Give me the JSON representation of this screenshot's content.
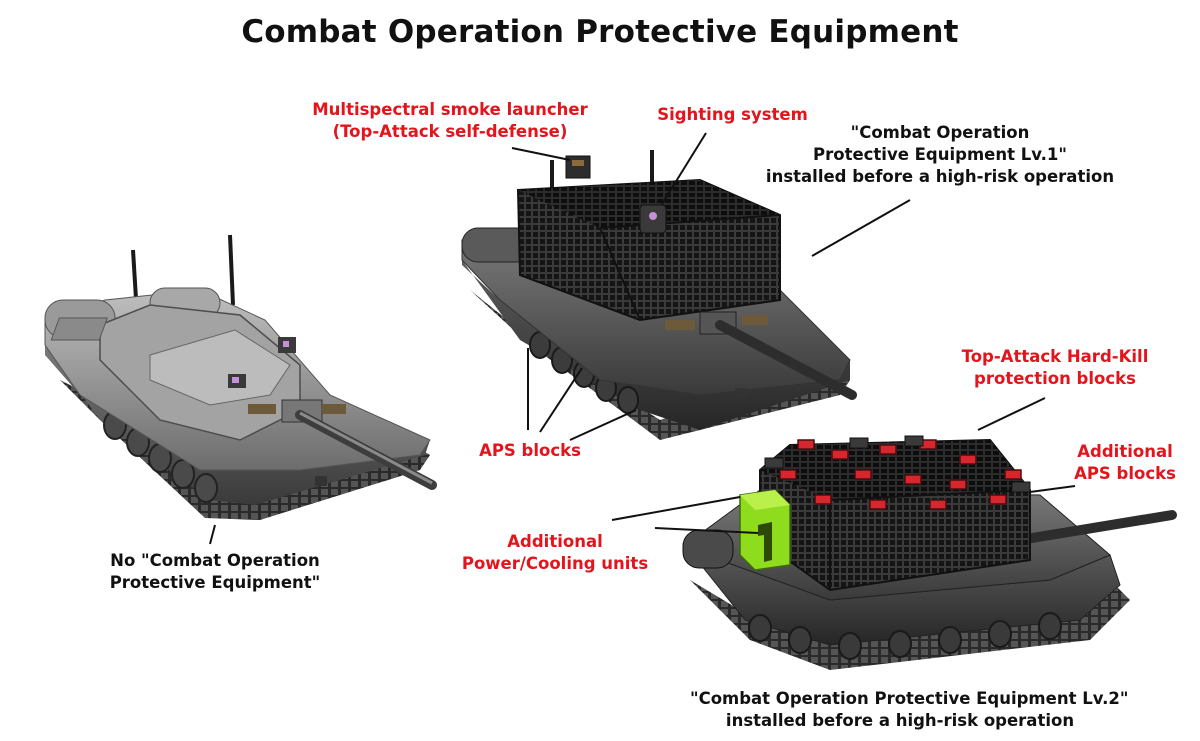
{
  "title": "Combat Operation Protective Equipment",
  "labels": {
    "smoke_launcher": [
      "Multispectral smoke launcher",
      "(Top-Attack self-defense)"
    ],
    "sighting_system": "Sighting system",
    "lv1_caption": [
      "\"Combat Operation",
      "Protective Equipment Lv.1\"",
      "installed before a high-risk operation"
    ],
    "aps_blocks": "APS blocks",
    "no_equipment": [
      "No \"Combat Operation",
      "Protective Equipment\""
    ],
    "top_attack_hardkill": [
      "Top-Attack Hard-Kill",
      "protection blocks"
    ],
    "additional_aps": [
      "Additional",
      "APS blocks"
    ],
    "power_cooling": [
      "Additional",
      "Power/Cooling units"
    ],
    "lv2_caption": [
      "\"Combat Operation Protective Equipment Lv.2\"",
      "installed before a high-risk operation"
    ]
  },
  "colors": {
    "label_red": "#e3141b",
    "label_black": "#111111",
    "cooling_unit_green": "#8fdc1e",
    "hardkill_red": "#d7262e"
  }
}
